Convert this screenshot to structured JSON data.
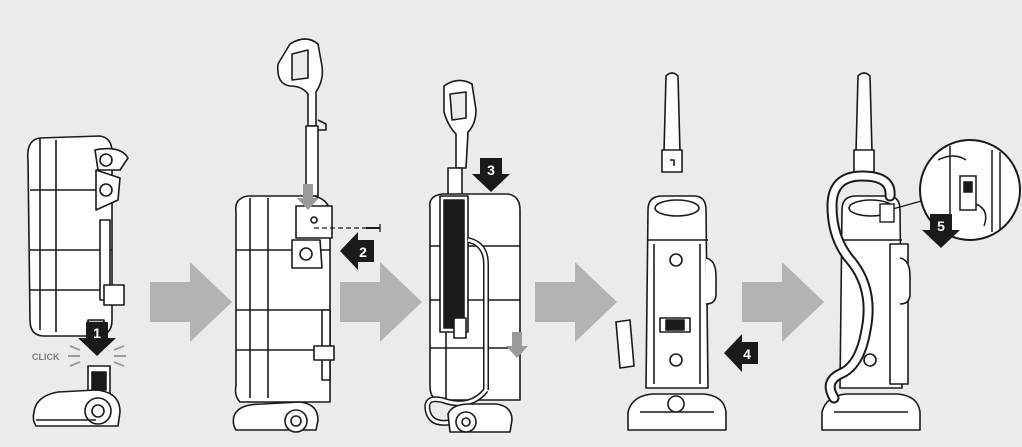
{
  "colors": {
    "background": "#ebebeb",
    "outline": "#1a1a1a",
    "body_fill": "#ffffff",
    "shade_fill": "#bdbdbd",
    "arrow_gray": "#b3b3b3",
    "badge_fill": "#1a1a1a",
    "badge_text": "#ffffff"
  },
  "click_label": "CLICK",
  "steps": [
    {
      "number": "1"
    },
    {
      "number": "2"
    },
    {
      "number": "3"
    },
    {
      "number": "4"
    },
    {
      "number": "5"
    }
  ],
  "icons": {
    "flow_arrow": "large-right-arrow-icon",
    "step_arrow": "numbered-badge-arrow-icon"
  }
}
